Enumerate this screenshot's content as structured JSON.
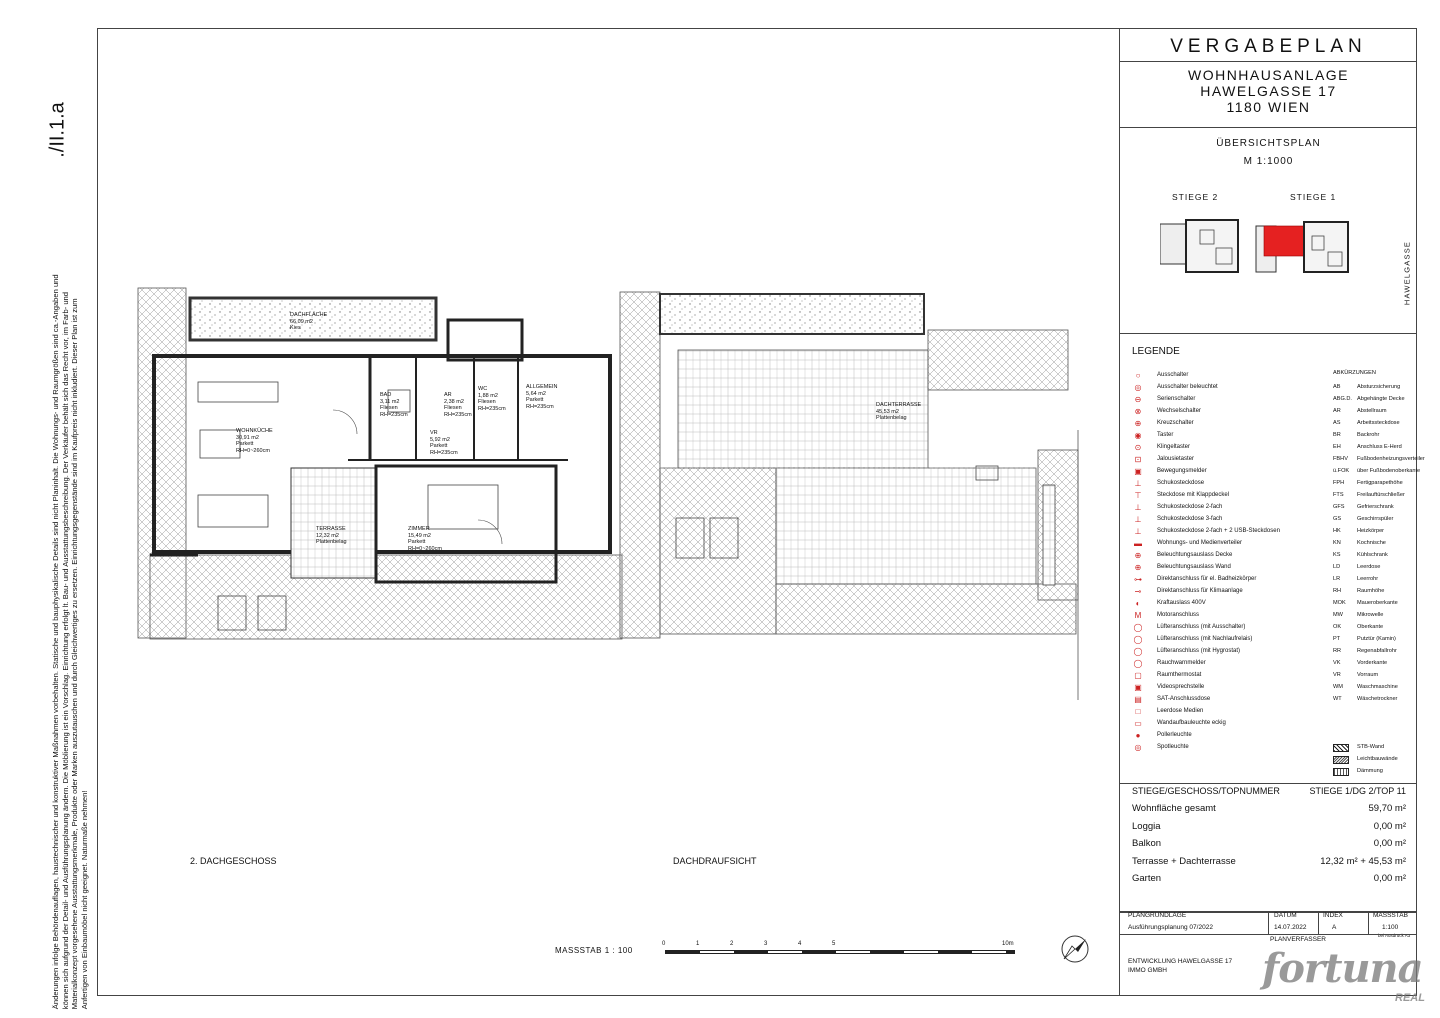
{
  "doc_code": "./II.1.a",
  "disclaimer": "Änderungen infolge Behördenauflagen, haustechnischer und konstruktiver Maßnahmen vorbehalten. Statische und bauphysikalische Details sind nicht Planinhalt. Die Wohnungs- und Raumgrößen sind ca.-Angaben und können sich aufgrund der Detail- und Ausführungsplanung ändern. Die Möblierung ist ein Vorschlag. Einrichtung erfolgt lt. Bau- und Ausstattungsbeschreibung. Der Verkäufer behält sich das Recht vor, im Farb- und Materialkonzept vorgesehene Ausstattungsmerkmale, Produkte oder Marken auszutauschen und durch Gleichwertiges zu ersetzen. Einrichtungsgegenstände sind im Kaufpreis nicht inkludiert. Dieser Plan ist zum Anfertigen von Einbaumöbel nicht geeignet. Naturmaße nehmen!",
  "title_block": {
    "title": "VERGABEPLAN",
    "project_line1": "WOHNHAUSANLAGE",
    "project_line2": "HAWELGASSE 17",
    "project_line3": "1180 WIEN",
    "overview": "ÜBERSICHTSPLAN",
    "overview_scale": "M 1:1000",
    "stair2": "STIEGE 2",
    "stair1": "STIEGE 1",
    "street": "HAWELGASSE",
    "highlight_color": "#e52121"
  },
  "legend": {
    "title": "LEGENDE",
    "symbols": [
      {
        "label": "Ausschalter",
        "icon": "switch-icon"
      },
      {
        "label": "Ausschalter beleuchtet",
        "icon": "switch-lit-icon"
      },
      {
        "label": "Serienschalter",
        "icon": "series-switch-icon"
      },
      {
        "label": "Wechselschalter",
        "icon": "two-way-switch-icon"
      },
      {
        "label": "Kreuzschalter",
        "icon": "cross-switch-icon"
      },
      {
        "label": "Taster",
        "icon": "button-icon"
      },
      {
        "label": "Klingeltaster",
        "icon": "bell-button-icon"
      },
      {
        "label": "Jalousietaster",
        "icon": "blind-button-icon"
      },
      {
        "label": "Bewegungsmelder",
        "icon": "motion-sensor-icon"
      },
      {
        "label": "Schukosteckdose",
        "icon": "socket-icon"
      },
      {
        "label": "Steckdose mit Klappdeckel",
        "icon": "socket-lid-icon"
      },
      {
        "label": "Schukosteckdose 2-fach",
        "icon": "socket-double-icon"
      },
      {
        "label": "Schukosteckdose 3-fach",
        "icon": "socket-triple-icon"
      },
      {
        "label": "Schukosteckdose 2-fach + 2 USB-Steckdosen",
        "icon": "socket-usb-icon"
      },
      {
        "label": "Wohnungs- und Medienverteiler",
        "icon": "distribution-icon"
      },
      {
        "label": "Beleuchtungsauslass Decke",
        "icon": "ceiling-light-icon"
      },
      {
        "label": "Beleuchtungsauslass Wand",
        "icon": "wall-light-icon"
      },
      {
        "label": "Direktanschluss für el. Badheizkörper",
        "icon": "heater-connection-icon"
      },
      {
        "label": "Direktanschluss für Klimaanlage",
        "icon": "ac-connection-icon"
      },
      {
        "label": "Kraftauslass 400V",
        "icon": "power-outlet-icon"
      },
      {
        "label": "Motoranschluss",
        "icon": "motor-icon"
      },
      {
        "label": "Lüfteranschluss (mit Ausschalter)",
        "icon": "fan-icon"
      },
      {
        "label": "Lüfteranschluss (mit Nachlaufrelais)",
        "icon": "fan-relay-icon"
      },
      {
        "label": "Lüfteranschluss (mit Hygrostat)",
        "icon": "fan-hygro-icon"
      },
      {
        "label": "Rauchwarnmelder",
        "icon": "smoke-detector-icon"
      },
      {
        "label": "Raumthermostat",
        "icon": "thermostat-icon"
      },
      {
        "label": "Videosprechstelle",
        "icon": "intercom-icon"
      },
      {
        "label": "SAT-Anschlussdose",
        "icon": "sat-icon"
      },
      {
        "label": "Leerdose Medien",
        "icon": "media-box-icon"
      },
      {
        "label": "Wandaufbauleuchte eckig",
        "icon": "wall-lamp-icon"
      },
      {
        "label": "Pollerleuchte",
        "icon": "bollard-light-icon"
      },
      {
        "label": "Spotleuchte",
        "icon": "spot-light-icon"
      }
    ],
    "abbrev_header": "ABKÜRZUNGEN",
    "abbreviations": [
      {
        "abbr": "AB",
        "desc": "Absturzsicherung"
      },
      {
        "abbr": "ABG.D.",
        "desc": "Abgehängte Decke"
      },
      {
        "abbr": "AR",
        "desc": "Abstellraum"
      },
      {
        "abbr": "AS",
        "desc": "Arbeitssteckdose"
      },
      {
        "abbr": "BR",
        "desc": "Backrohr"
      },
      {
        "abbr": "EH",
        "desc": "Anschluss E-Herd"
      },
      {
        "abbr": "FBHV",
        "desc": "Fußbodenheizungsverteiler"
      },
      {
        "abbr": "ü.FOK",
        "desc": "über Fußbodenoberkante"
      },
      {
        "abbr": "FPH",
        "desc": "Fertigparapethöhe"
      },
      {
        "abbr": "FTS",
        "desc": "Freilauftürschließer"
      },
      {
        "abbr": "GFS",
        "desc": "Gefrierschrank"
      },
      {
        "abbr": "GS",
        "desc": "Geschirrspüler"
      },
      {
        "abbr": "HK",
        "desc": "Heizkörper"
      },
      {
        "abbr": "KN",
        "desc": "Kochnische"
      },
      {
        "abbr": "KS",
        "desc": "Kühlschrank"
      },
      {
        "abbr": "LD",
        "desc": "Leerdose"
      },
      {
        "abbr": "LR",
        "desc": "Leerrohr"
      },
      {
        "abbr": "RH",
        "desc": "Raumhöhe"
      },
      {
        "abbr": "MOK",
        "desc": "Maueroberkante"
      },
      {
        "abbr": "MW",
        "desc": "Mikrowelle"
      },
      {
        "abbr": "OK",
        "desc": "Oberkante"
      },
      {
        "abbr": "PT",
        "desc": "Putztür (Kamin)"
      },
      {
        "abbr": "RR",
        "desc": "Regenabfallrohr"
      },
      {
        "abbr": "VK",
        "desc": "Vorderkante"
      },
      {
        "abbr": "VR",
        "desc": "Vorraum"
      },
      {
        "abbr": "WM",
        "desc": "Waschmaschine"
      },
      {
        "abbr": "WT",
        "desc": "Wäschetrockner"
      }
    ],
    "materials": [
      {
        "label": "STB-Wand"
      },
      {
        "label": "Leichtbauwände"
      },
      {
        "label": "Dämmung"
      }
    ]
  },
  "unit": {
    "header_label": "STIEGE/GESCHOSS/TOPNUMMER",
    "header_value": "STIEGE 1/DG 2/TOP 11",
    "rows": [
      {
        "label": "Wohnfläche gesamt",
        "value": "59,70 m²"
      },
      {
        "label": "Loggia",
        "value": "0,00 m²"
      },
      {
        "label": "Balkon",
        "value": "0,00 m²"
      },
      {
        "label": "Terrasse + Dachterrasse",
        "value": "12,32 m² + 45,53 m²"
      },
      {
        "label": "Garten",
        "value": "0,00 m²"
      }
    ]
  },
  "footer": {
    "plan_label": "PLANGRUNDLAGE",
    "plan_value": "Ausführungsplanung 07/2022",
    "date_label": "DATUM",
    "date_value": "14.07.2022",
    "index_label": "INDEX",
    "index_value": "A",
    "scale_label": "MASSSTAB",
    "scale_value": "1:100",
    "scale_note": "bei Ausdruck A3",
    "developer_label": "PLANVERFASSER",
    "developer_line1": "ENTWICKLUNG HAWELGASSE 17",
    "developer_line2": "IMMO GMBH"
  },
  "plans": {
    "left_title": "2. DACHGESCHOSS",
    "right_title": "DACHDRAUFSICHT",
    "scale_text": "MASSSTAB  1 : 100",
    "scale_ticks": [
      "0",
      "1",
      "2",
      "3",
      "4",
      "5",
      "10m"
    ]
  },
  "rooms": [
    {
      "name": "DACHFLÄCHE",
      "area": "66,09 m2",
      "floor": "Kies"
    },
    {
      "name": "WOHNKÜCHE",
      "area": "30,91 m2",
      "floor": "Parkett",
      "height": "RH=0~260cm"
    },
    {
      "name": "BAD",
      "area": "3,11 m2",
      "floor": "Fliesen",
      "height": "RH=235cm"
    },
    {
      "name": "AR",
      "area": "2,38 m2",
      "floor": "Fliesen",
      "height": "RH=235cm"
    },
    {
      "name": "WC",
      "area": "1,88 m2",
      "floor": "Fliesen",
      "height": "RH=235cm"
    },
    {
      "name": "ALLGEMEIN",
      "area": "5,64 m2",
      "floor": "Parkett",
      "height": "RH=235cm"
    },
    {
      "name": "VR",
      "area": "5,92 m2",
      "floor": "Parkett",
      "height": "RH=235cm"
    },
    {
      "name": "TERRASSE",
      "area": "12,32 m2",
      "floor": "Plattenbelag"
    },
    {
      "name": "ZIMMER",
      "area": "15,49 m2",
      "floor": "Parkett",
      "height": "RH=0~260cm"
    },
    {
      "name": "DACHTERRASSE",
      "area": "45,53 m2",
      "floor": "Plattenbelag"
    }
  ],
  "brand_watermark": "fortuna",
  "brand_sub": "REAL"
}
